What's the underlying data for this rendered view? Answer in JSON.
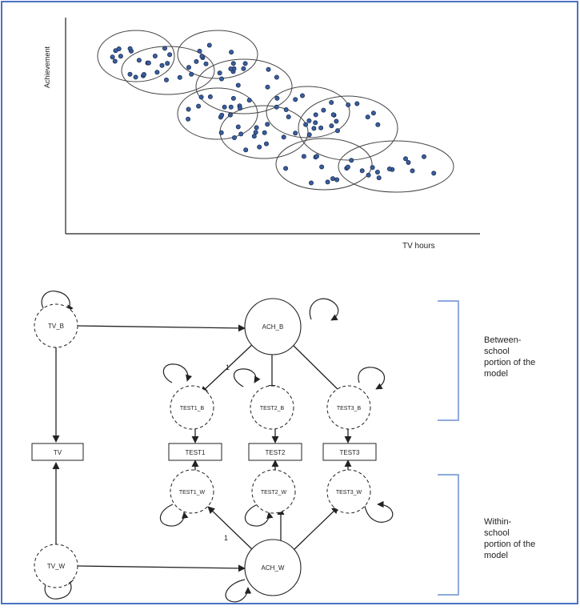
{
  "scatter": {
    "ylabel": "Achievement",
    "xlabel": "TV hours"
  },
  "model": {
    "nodes": {
      "tv_b": "TV_B",
      "ach_b": "ACH_B",
      "test1_b": "TEST1_B",
      "test2_b": "TEST2_B",
      "test3_b": "TEST3_B",
      "tv": "TV",
      "test1": "TEST1",
      "test2": "TEST2",
      "test3": "TEST3",
      "test1_w": "TEST1_W",
      "test2_w": "TEST2_W",
      "test3_w": "TEST3_W",
      "tv_w": "TV_W",
      "ach_w": "ACH_W"
    },
    "loading_label_b": "1",
    "loading_label_w": "1",
    "between_lines": [
      "Between-",
      "school",
      "portion of the",
      "model"
    ],
    "within_lines": [
      "Within-",
      "school",
      "portion of the",
      "model"
    ]
  },
  "colors": {
    "frame": "#4a72c4",
    "dot_fill": "#3a5f9e",
    "dot_stroke": "#1c2f55",
    "bracket": "#6a8fd0",
    "line": "#222222"
  }
}
